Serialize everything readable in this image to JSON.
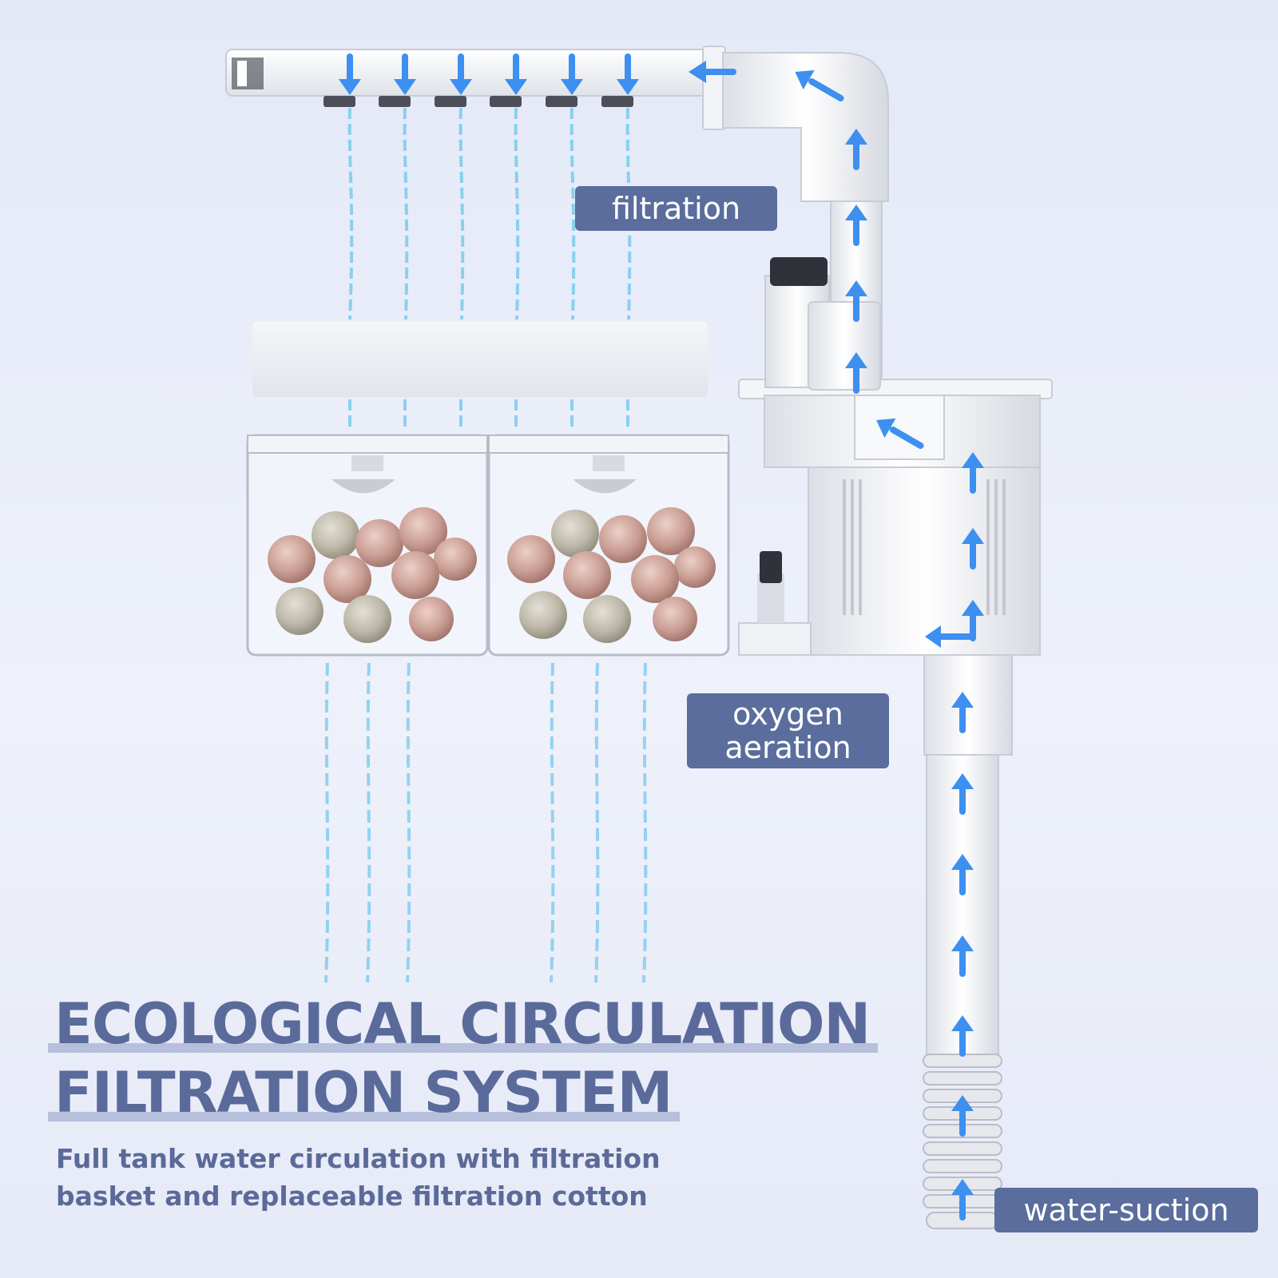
{
  "labels": {
    "filtration": "filtration",
    "oxygen_line1": "oxygen",
    "oxygen_line2": "aeration",
    "water_suction": "water-suction"
  },
  "headline": {
    "line1": "ECOLOGICAL CIRCULATION",
    "line2": "FILTRATION SYSTEM"
  },
  "subtitle": {
    "line1": "Full tank water circulation with filtration",
    "line2": "basket and replaceable filtration cotton"
  },
  "colors": {
    "background": "#e9edf9",
    "label_bg": "#5a6d9c",
    "headline_text": "#5a6a9a",
    "arrow": "#3d8ff0",
    "water": "#5fbfea"
  }
}
